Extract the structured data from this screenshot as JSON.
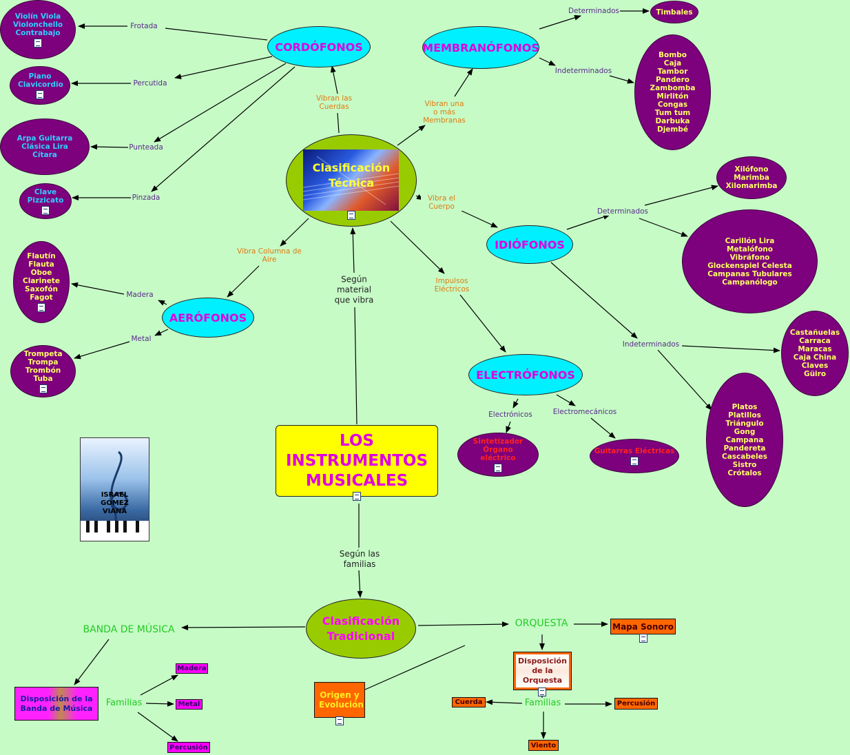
{
  "title": "LOS INSTRUMENTOS MUSICALES",
  "central_labels": {
    "material": "Según material que vibra",
    "familias": "Según las familias"
  },
  "tecnica": {
    "title": "Clasificación Técnica"
  },
  "tradicional": {
    "title": "Clasificación Tradicional"
  },
  "families": {
    "cordofonos": "CORDÓFONOS",
    "membranofonos": "MEMBRANÓFONOS",
    "idiofonos": "IDIÓFONOS",
    "aerofonos": "AERÓFONOS",
    "electrofonos": "ELECTRÓFONOS"
  },
  "links": {
    "vibran_cuerdas": "Vibran las Cuerdas",
    "vibran_membranas": "Vibran una o más Membranas",
    "vibra_cuerpo": "Vibra el Cuerpo",
    "vibra_aire": "Vibra Columna de Aire",
    "impulsos": "Impulsos Eléctricos",
    "frotada": "Frotada",
    "percutida": "Percutida",
    "punteada": "Punteada",
    "pinzada": "Pinzada",
    "determinados": "Determinados",
    "indeterminados": "Indeterminados",
    "madera": "Madera",
    "metal": "Metal",
    "electronicos": "Electrónicos",
    "electromecanicos": "Electromecánicos"
  },
  "instruments": {
    "frotada": "Violín Viola Violonchello Contrabajo",
    "percutida": "Piano Clavicordio",
    "punteada": "Arpa Guitarra Clásica Lira Cítara",
    "pinzada": "Clave Pizzicato",
    "timbales": "Timbales",
    "membrano_indet": "Bombo Caja Tambor Pandero Zambomba Mirlitón Congas Tum tum Darbuka Djembé",
    "idio_det1": "Xilófono Marimba Xilomarimba",
    "idio_det2": "Carillón Lira Metalófono Vibráfono Glockenspiel Celesta Campanas Tubulares Campanólogo",
    "idio_indet1": "Castañuelas Carraca Maracas Caja China Claves Güiro",
    "idio_indet2": "Platos Platillos Triángulo Gong Campana Pandereta Cascabeles Sistro Crótalos",
    "madera": "Flautín Flauta Oboe Clarinete Saxofón Fagot",
    "metal": "Trompeta Trompa Trombón Tuba",
    "electronicos": "Sintetizador Órgano eléctrico",
    "electromecanicos": "Guitarras Eléctricas"
  },
  "author": "ISRAEL GÓMEZ VIANA",
  "banda": {
    "title": "BANDA DE MÚSICA",
    "disposicion": "Disposición de la Banda de Música",
    "familias": "Familias",
    "madera": "Madera",
    "metal": "Metal",
    "percusion": "Percusión"
  },
  "origen": "Origen y Evolución",
  "orquesta": {
    "title": "ORQUESTA",
    "mapa": "Mapa Sonoro",
    "disposicion": "Disposición de la Orquesta",
    "familias": "Familias",
    "cuerda": "Cuerda",
    "percusion": "Percusión",
    "viento": "Viento"
  },
  "colors": {
    "background": "#c6fbc6",
    "ellipse_purple": "#7d007d",
    "ellipse_cyan": "#00f0ff",
    "ellipse_olive": "#99cc00",
    "title_box": "#ffff00",
    "title_text": "#e000e0",
    "orange_box": "#ff6600",
    "magenta_box": "#ff00ff"
  }
}
